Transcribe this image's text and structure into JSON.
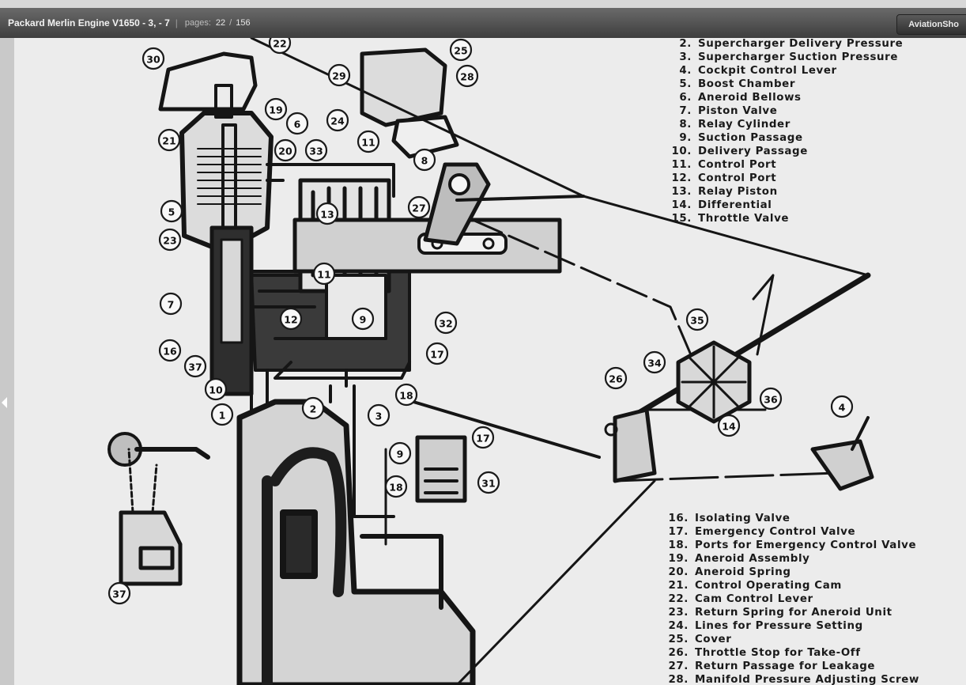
{
  "toolbar": {
    "doc_title": "Packard Merlin Engine V1650 - 3, - 7",
    "separator": "|",
    "pages_label": "pages:",
    "current_page": "22",
    "page_separator": "/",
    "total_pages": "156",
    "site_button": "AviationSho"
  },
  "legend_top": [
    {
      "num": "2.",
      "text": "Supercharger Delivery Pressure"
    },
    {
      "num": "3.",
      "text": "Supercharger Suction Pressure"
    },
    {
      "num": "4.",
      "text": "Cockpit Control Lever"
    },
    {
      "num": "5.",
      "text": "Boost Chamber"
    },
    {
      "num": "6.",
      "text": "Aneroid Bellows"
    },
    {
      "num": "7.",
      "text": "Piston Valve"
    },
    {
      "num": "8.",
      "text": "Relay Cylinder"
    },
    {
      "num": "9.",
      "text": "Suction Passage"
    },
    {
      "num": "10.",
      "text": "Delivery Passage"
    },
    {
      "num": "11.",
      "text": "Control Port"
    },
    {
      "num": "12.",
      "text": "Control Port"
    },
    {
      "num": "13.",
      "text": "Relay Piston"
    },
    {
      "num": "14.",
      "text": "Differential"
    },
    {
      "num": "15.",
      "text": "Throttle Valve"
    }
  ],
  "legend_bottom": [
    {
      "num": "16.",
      "text": "Isolating Valve"
    },
    {
      "num": "17.",
      "text": "Emergency Control Valve"
    },
    {
      "num": "18.",
      "text": "Ports for Emergency Control Valve"
    },
    {
      "num": "19.",
      "text": "Aneroid Assembly"
    },
    {
      "num": "20.",
      "text": "Aneroid Spring"
    },
    {
      "num": "21.",
      "text": "Control Operating Cam"
    },
    {
      "num": "22.",
      "text": "Cam Control Lever"
    },
    {
      "num": "23.",
      "text": "Return Spring for Aneroid Unit"
    },
    {
      "num": "24.",
      "text": "Lines for Pressure Setting"
    },
    {
      "num": "25.",
      "text": "Cover"
    },
    {
      "num": "26.",
      "text": "Throttle Stop for Take-Off"
    },
    {
      "num": "27.",
      "text": "Return Passage for Leakage"
    },
    {
      "num": "28.",
      "text": "Manifold Pressure Adjusting Screw"
    }
  ],
  "callouts": [
    "22",
    "30",
    "25",
    "29",
    "28",
    "24",
    "19",
    "6",
    "21",
    "20",
    "33",
    "11",
    "8",
    "5",
    "13",
    "27",
    "23",
    "11",
    "7",
    "12",
    "9",
    "32",
    "16",
    "17",
    "37",
    "10",
    "18",
    "2",
    "1",
    "3",
    "35",
    "34",
    "26",
    "36",
    "14",
    "4",
    "17",
    "9",
    "18",
    "31",
    "37"
  ]
}
